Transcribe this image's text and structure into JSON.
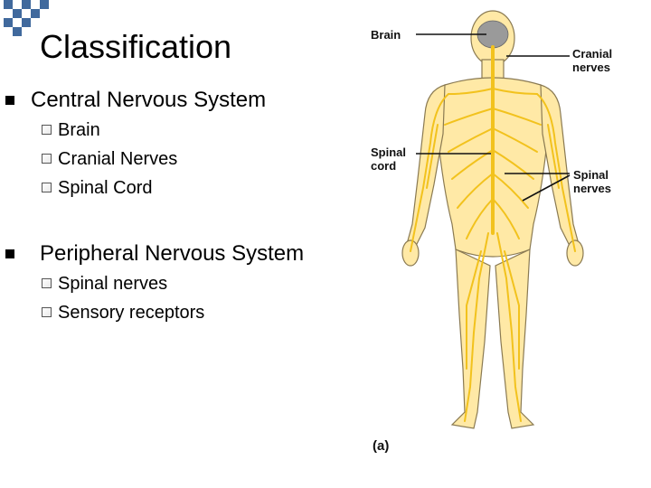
{
  "slide": {
    "title": "Classification",
    "sections": [
      {
        "heading": "Central Nervous System",
        "items": [
          "Brain",
          "Cranial Nerves",
          "Spinal Cord"
        ]
      },
      {
        "heading": "Peripheral Nervous System",
        "items": [
          "Spinal nerves",
          "Sensory receptors"
        ]
      }
    ]
  },
  "figure": {
    "labels": {
      "brain": "Brain",
      "cranial_1": "Cranial",
      "cranial_2": "nerves",
      "spinal_cord_1": "Spinal",
      "spinal_cord_2": "cord",
      "spinal_nerves_1": "Spinal",
      "spinal_nerves_2": "nerves",
      "panel": "(a)"
    },
    "colors": {
      "body_fill": "#ffe9a6",
      "nerve": "#f2c21d",
      "outline": "#8a7a52",
      "brain": "#9a9a9a"
    }
  },
  "decor": {
    "checker_color": "#1f4f8c"
  }
}
